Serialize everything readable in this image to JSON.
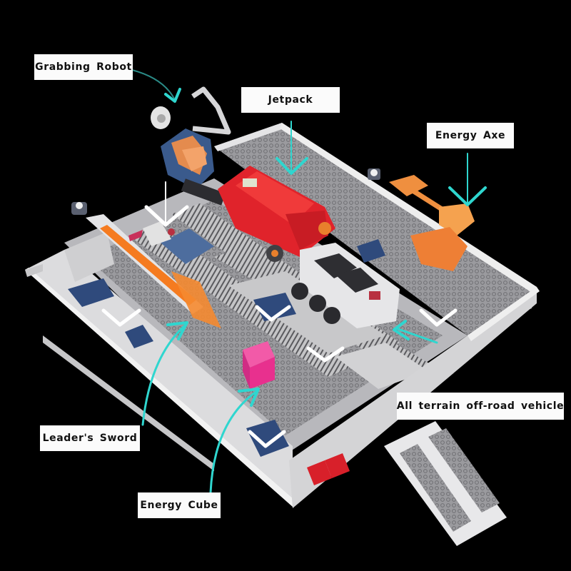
{
  "background_color": "#000000",
  "labels": {
    "grabbing_robot": "Grabbing Robot",
    "jetpack": "Jetpack",
    "energy_axe": "Energy Axe",
    "all_terrain_vehicle": "All terrain off-road vehicle",
    "leaders_sword": "Leader's Sword",
    "energy_cube": "Energy Cube"
  },
  "colors": {
    "callout_arrow": "#2fd6cf",
    "placement_arrow": "#ffffff",
    "label_bg": "#fbfbfb",
    "label_text": "#111111",
    "base_gray": "#d9d9db",
    "base_dark": "#8c8c90",
    "robot_blue": "#3a5a8c",
    "jetpack_red": "#e0232b",
    "axe_orange": "#f08a3a",
    "sword_orange": "#f57b20",
    "cube_pink": "#e8308e",
    "vehicle_white": "#e6e6e6"
  },
  "parts": [
    {
      "name": "Grabbing Robot",
      "icon": "robot-icon"
    },
    {
      "name": "Jetpack",
      "icon": "jetpack-icon"
    },
    {
      "name": "Energy Axe",
      "icon": "axe-icon"
    },
    {
      "name": "All terrain off-road vehicle",
      "icon": "vehicle-icon"
    },
    {
      "name": "Leader's Sword",
      "icon": "sword-icon"
    },
    {
      "name": "Energy Cube",
      "icon": "cube-icon"
    }
  ]
}
